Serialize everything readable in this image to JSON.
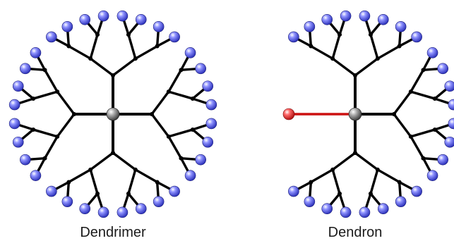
{
  "captions": {
    "dendrimer": "Dendrimer",
    "dendron": "Dendron"
  },
  "colors": {
    "branch": "#000000",
    "core": "#9a9a9a",
    "terminal_group": "#5b5fe6",
    "focal_point_bond": "#cc1111",
    "focal_point": "#e63030"
  },
  "structure": {
    "generations": 4,
    "dendrimer_arms": 4,
    "dendron_arms": 3,
    "branching": 2
  }
}
